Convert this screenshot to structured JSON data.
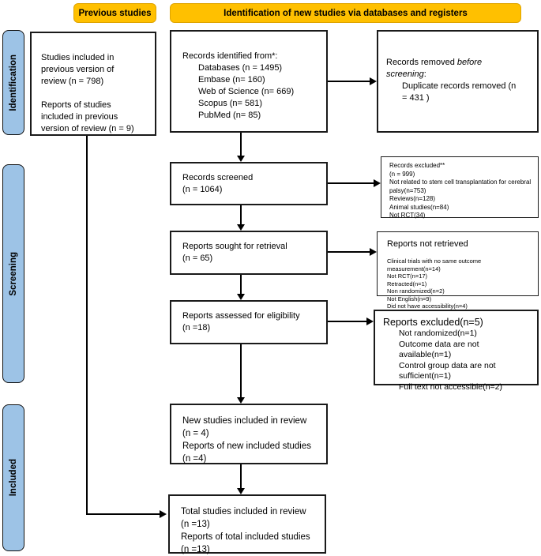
{
  "colors": {
    "header_bg": "#FFC000",
    "stage_bg": "#9DC3E6",
    "box_border": "#1a1a1a",
    "arrow": "#000000"
  },
  "headers": {
    "previous": "Previous studies",
    "new_studies": "Identification of new studies via databases and registers"
  },
  "stages": {
    "identification": "Identification",
    "screening": "Screening",
    "included": "Included"
  },
  "previous_box": {
    "para1": "Studies included in previous version of review (n = 798)",
    "para2": "Reports of studies included in previous version of review (n = 9)"
  },
  "records_identified": {
    "title": "Records identified from*:",
    "items": [
      "Databases (n = 1495)",
      "Embase (n= 160)",
      "Web of Science (n= 669)",
      "Scopus (n= 581)",
      "PubMed (n= 85)"
    ]
  },
  "records_removed": {
    "prefix": "Records removed ",
    "italic": "before screening",
    "suffix": ":",
    "item": "Duplicate records removed (n = 431 )"
  },
  "records_screened": {
    "line1": "Records screened",
    "line2": "(n = 1064)"
  },
  "records_excluded": {
    "lines": [
      "Records excluded**",
      "(n = 999)",
      "Not related to stem cell transplantation for cerebral palsy(n=753)",
      "Reviews(n=128)",
      "Animal studies(n=84)",
      "Not RCT(34)"
    ]
  },
  "reports_sought": {
    "line1": "Reports sought for retrieval",
    "line2": "(n = 65)"
  },
  "reports_not_retrieved": {
    "title": "Reports not retrieved",
    "items": [
      "Clinical trials with no same outcome measurement(n=14)",
      "Not RCT(n=17)",
      "Retracted(n=1)",
      "Non randomized(n=2)",
      "Not English(n=9)",
      "Did not have accessibility(n=4)"
    ]
  },
  "reports_assessed": {
    "line1": "Reports assessed for eligibility",
    "line2": "(n =18)"
  },
  "reports_excluded": {
    "title": "Reports excluded(n=5)",
    "items": [
      "Not randomized(n=1)",
      "Outcome data are not available(n=1)",
      "Control group data are not sufficient(n=1)",
      "Full text not accessible(n=2)"
    ]
  },
  "new_studies": {
    "line1": "New studies included in review",
    "line2": "(n = 4)",
    "line3": "Reports of new included studies",
    "line4": "(n =4)"
  },
  "total_studies": {
    "line1": "Total studies included in review",
    "line2": "(n =13)",
    "line3": "Reports of total included studies",
    "line4": "(n =13)"
  }
}
